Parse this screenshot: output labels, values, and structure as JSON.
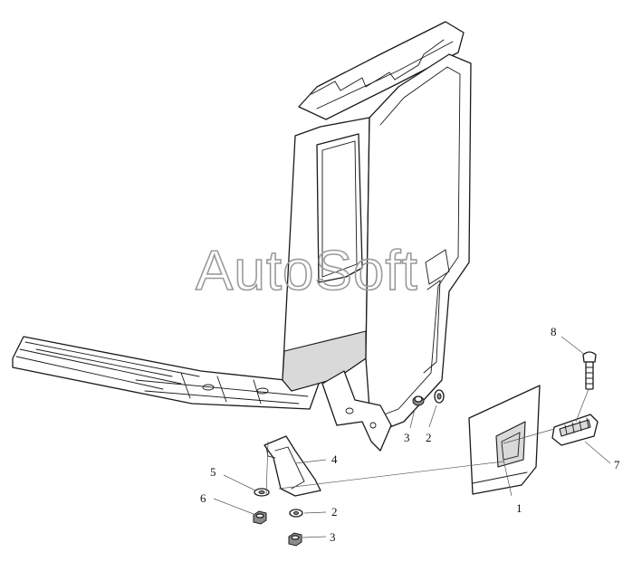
{
  "watermark": "AutoSoft",
  "callouts": [
    {
      "id": "callout-1",
      "label": "1"
    },
    {
      "id": "callout-2-upper",
      "label": "2"
    },
    {
      "id": "callout-3-upper",
      "label": "3"
    },
    {
      "id": "callout-4",
      "label": "4"
    },
    {
      "id": "callout-5",
      "label": "5"
    },
    {
      "id": "callout-6",
      "label": "6"
    },
    {
      "id": "callout-2-lower",
      "label": "2"
    },
    {
      "id": "callout-3-lower",
      "label": "3"
    },
    {
      "id": "callout-7",
      "label": "7"
    },
    {
      "id": "callout-8",
      "label": "8"
    }
  ]
}
